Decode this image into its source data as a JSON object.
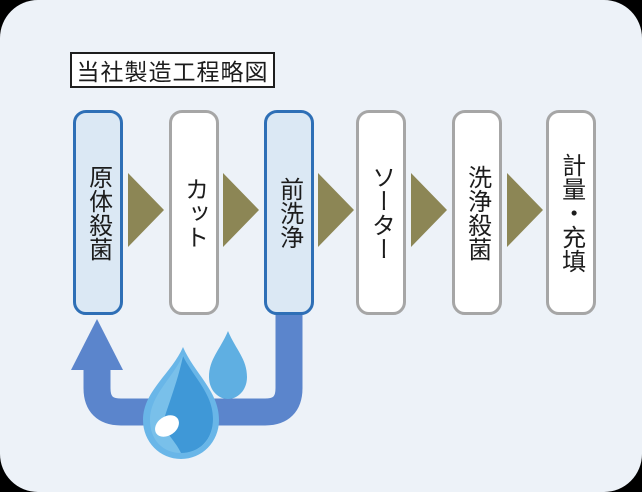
{
  "title": "当社製造工程略図",
  "process": {
    "flow_direction": "left-to-right",
    "steps": [
      {
        "label": "原体殺菌",
        "highlighted": true
      },
      {
        "label": "カット",
        "highlighted": false
      },
      {
        "label": "前洗浄",
        "highlighted": true
      },
      {
        "label": "ソーター",
        "highlighted": false
      },
      {
        "label": "洗浄殺菌",
        "highlighted": false
      },
      {
        "label": "計量・充填",
        "highlighted": false
      }
    ]
  },
  "recirculation": {
    "from_step": "前洗浄",
    "to_step": "原体殺菌",
    "icon": "water-drops-icon"
  },
  "colors": {
    "canvas_background": "#edf2f8",
    "highlight_box_fill": "#dbe8f4",
    "highlight_box_border": "#2e6fb6",
    "plain_box_fill": "#ffffff",
    "plain_box_border": "#a6a6a6",
    "flow_arrow": "#8c8655",
    "recirculation_pipe": "#5b85cc",
    "droplet_light": "#69b6e8",
    "droplet_dark": "#3f98d7",
    "title_border": "#1f1f1f"
  }
}
